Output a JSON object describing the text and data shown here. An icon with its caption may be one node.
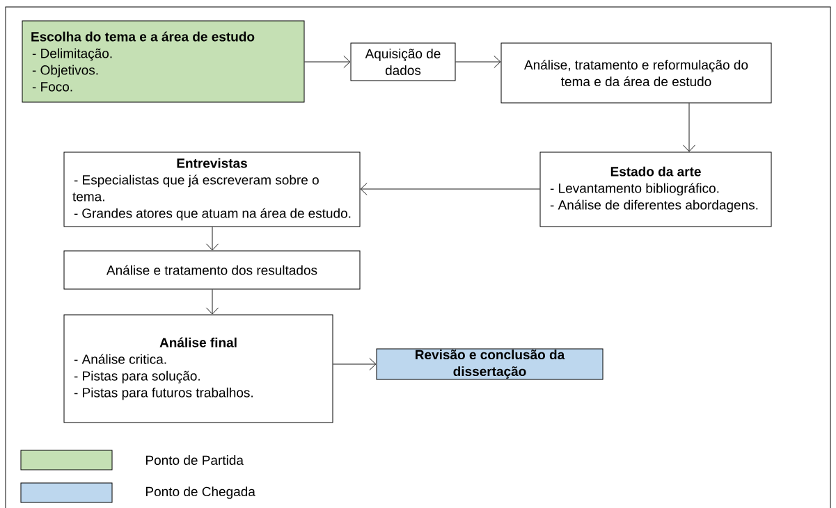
{
  "diagram": {
    "nodes": [
      {
        "text": [
          "Escolha do tema e a área de estudo",
          "- Delimitação.",
          "- Objetivos.",
          "- Foco."
        ]
      },
      {
        "text": [
          "Aquisição de dados"
        ]
      },
      {
        "text": [
          "Análise, tratamento e reformulação do tema e da área de estudo"
        ]
      },
      {
        "text": [
          "Estado da arte",
          "- Levantamento bibliográfico.",
          "- Análise de diferentes abordagens."
        ]
      },
      {
        "text": [
          "Entrevistas",
          "- Especialistas que já escreveram sobre o tema.",
          "- Grandes atores que atuam na área de estudo."
        ]
      },
      {
        "text": [
          "Análise e tratamento dos resultados"
        ]
      },
      {
        "text": [
          "Análise final",
          "- Análise critica.",
          "- Pistas para solução.",
          "- Pistas para futuros trabalhos."
        ]
      },
      {
        "text": [
          "Revisão e conclusão da dissertação"
        ]
      }
    ],
    "edges": [
      {
        "from": 0,
        "to": 1,
        "arrow": "to"
      },
      {
        "from": 1,
        "to": 2,
        "arrow": "to"
      },
      {
        "from": 2,
        "to": 3,
        "arrow": "to"
      },
      {
        "from": 3,
        "to": 4,
        "arrow": "to"
      },
      {
        "from": 4,
        "to": 5,
        "arrow": "to"
      },
      {
        "from": 5,
        "to": 6,
        "arrow": "to"
      },
      {
        "from": 6,
        "to": 7,
        "arrow": "to"
      }
    ],
    "legend": [
      {
        "text": "Ponto de Partida",
        "color": "#c5e0b4"
      },
      {
        "text": "Ponto de Chegada",
        "color": "#bdd7ee"
      }
    ]
  }
}
